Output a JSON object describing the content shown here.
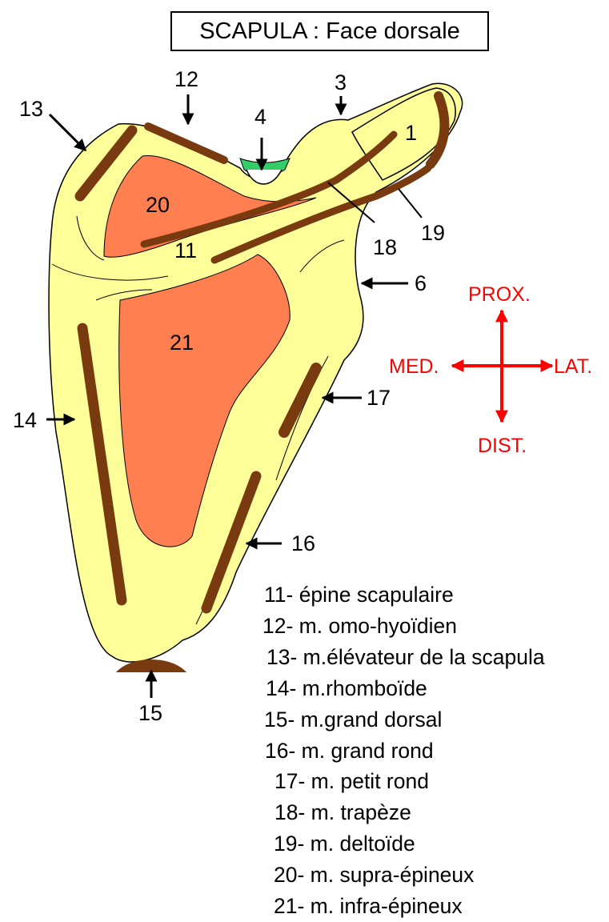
{
  "title": "SCAPULA  : Face dorsale",
  "labels": {
    "n1": "1",
    "n3": "3",
    "n4": "4",
    "n6": "6",
    "n11": "11",
    "n12": "12",
    "n13": "13",
    "n14": "14",
    "n15": "15",
    "n16": "16",
    "n17": "17",
    "n18": "18",
    "n19": "19",
    "n20": "20",
    "n21": "21"
  },
  "directions": {
    "prox": "PROX.",
    "dist": "DIST.",
    "med": "MED.",
    "lat": "LAT."
  },
  "legend": [
    "11- épine scapulaire",
    "12- m. omo-hyoïdien",
    "13- m.élévateur de la scapula",
    "14- m.rhomboïde",
    "15- m.grand dorsal",
    "16- m. grand rond",
    "17- m. petit rond",
    "18- m. trapèze",
    "19- m. deltoïde",
    "20- m. supra-épineux",
    "21- m. infra-épineux"
  ],
  "colors": {
    "bone": "#ffff99",
    "muscle_fossa": "#ff7f50",
    "muscle_insertion": "#7a3a10",
    "green_insertion": "#33cc66",
    "direction": "#ff0000"
  }
}
